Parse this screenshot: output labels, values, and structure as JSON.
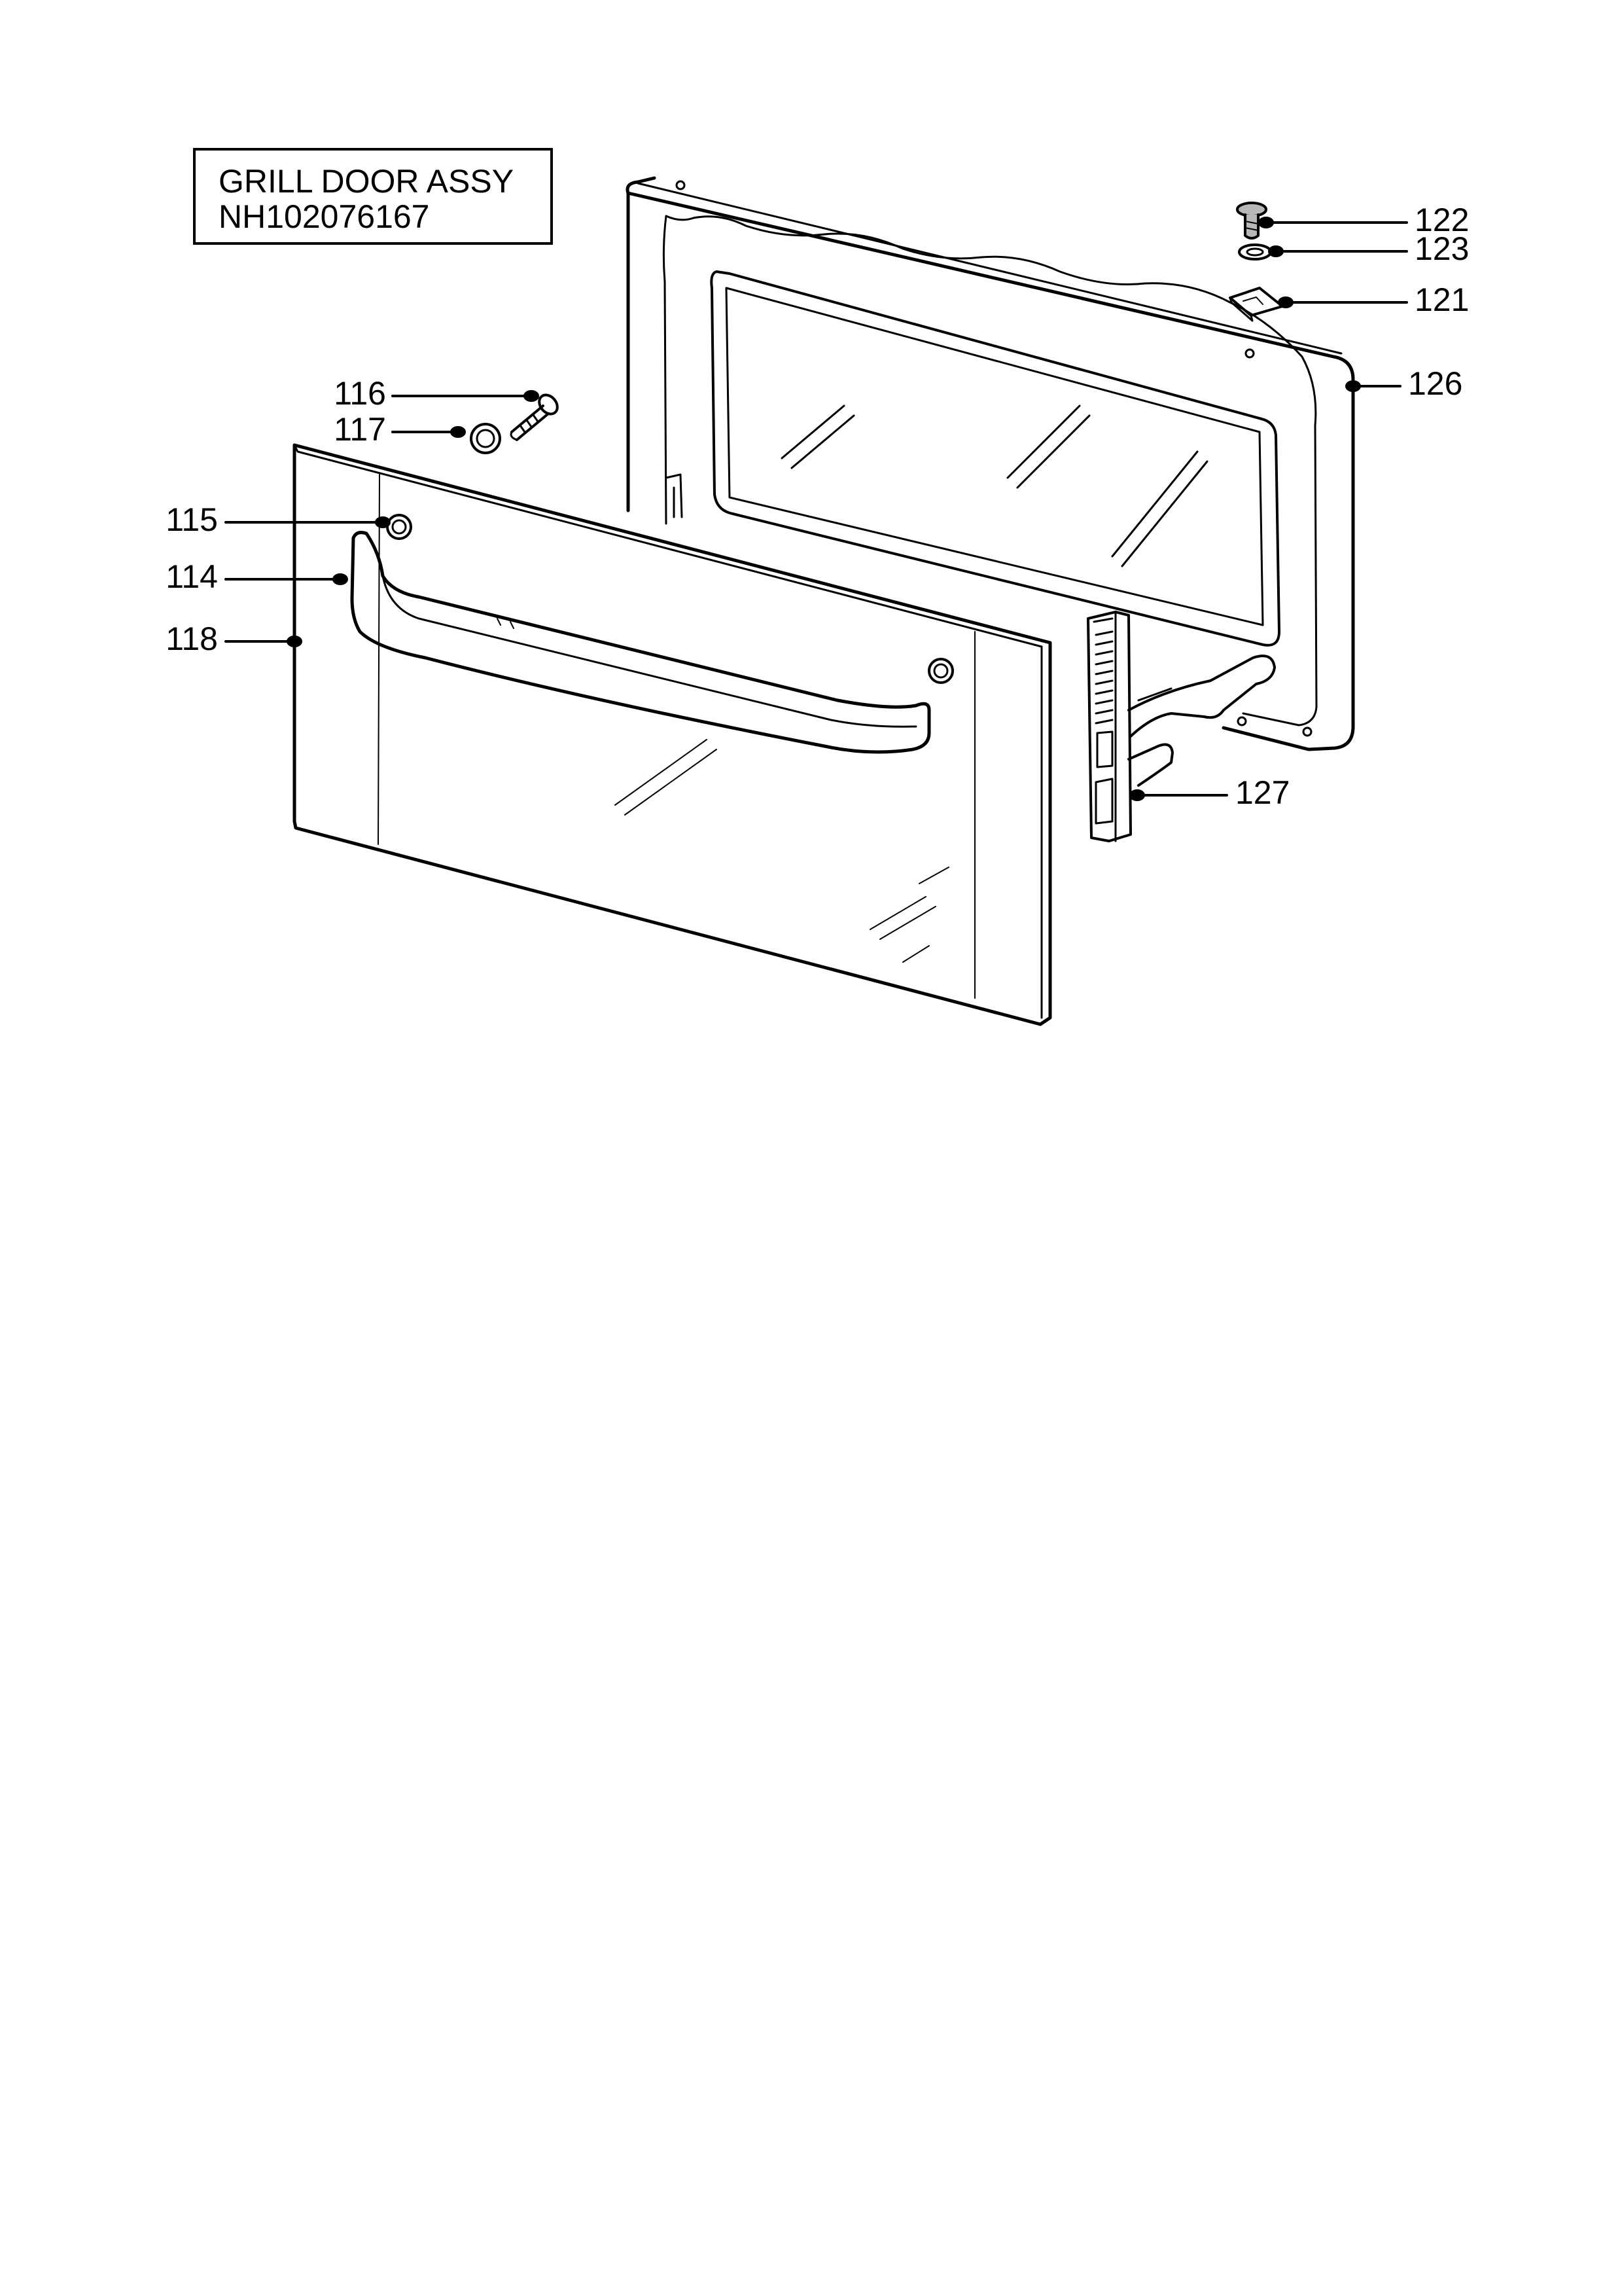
{
  "title": {
    "line1": "GRILL DOOR ASSY",
    "line2": "NH102076167"
  },
  "callouts": [
    {
      "id": "122",
      "label": "122",
      "part": "screw"
    },
    {
      "id": "123",
      "label": "123",
      "part": "washer"
    },
    {
      "id": "121",
      "label": "121",
      "part": "clip"
    },
    {
      "id": "126",
      "label": "126",
      "part": "inner-door-frame"
    },
    {
      "id": "116",
      "label": "116",
      "part": "handle-screw"
    },
    {
      "id": "117",
      "label": "117",
      "part": "handle-spacer"
    },
    {
      "id": "115",
      "label": "115",
      "part": "handle-end-cap"
    },
    {
      "id": "114",
      "label": "114",
      "part": "door-handle"
    },
    {
      "id": "118",
      "label": "118",
      "part": "outer-door-glass"
    },
    {
      "id": "127",
      "label": "127",
      "part": "door-hinge"
    }
  ],
  "colors": {
    "line": "#000000",
    "background": "#ffffff",
    "fastener": "#b8b8b8"
  }
}
